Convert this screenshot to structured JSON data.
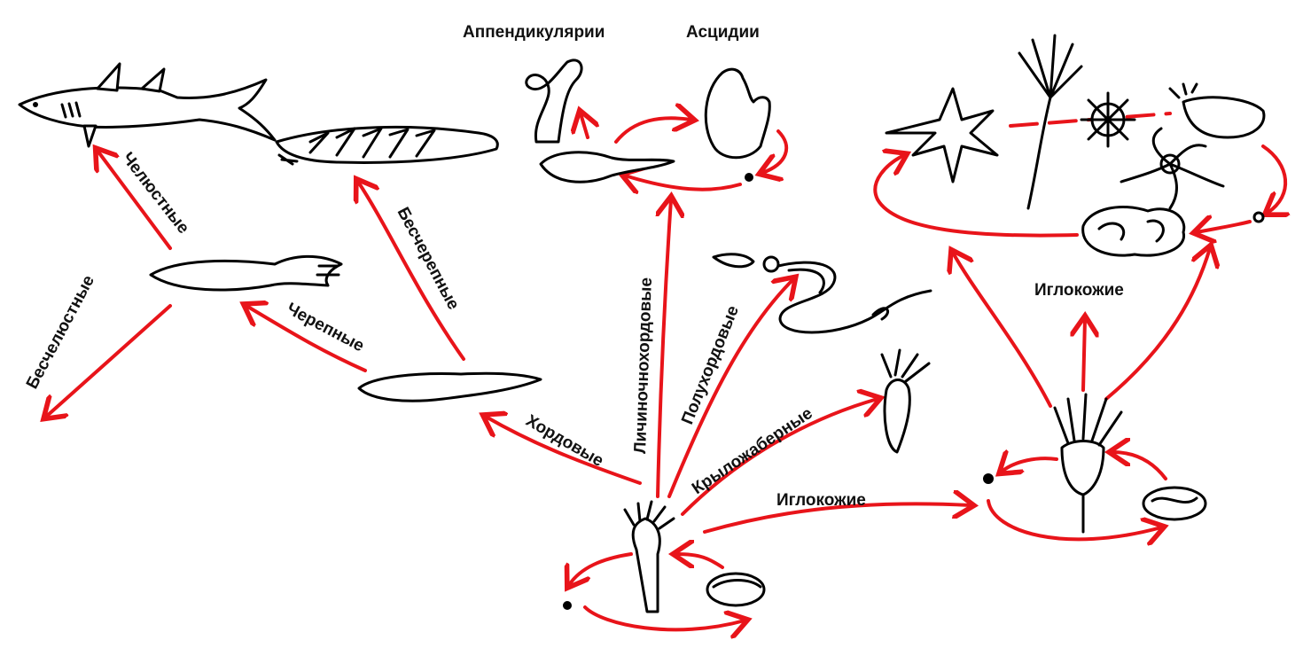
{
  "colors": {
    "arrow": "#e8141a",
    "ink": "#000000",
    "background": "#ffffff"
  },
  "labels": {
    "appendicularia": "Аппендикулярии",
    "ascidia": "Асцидии",
    "jawed": "Челюстные",
    "jawless": "Бесчелюстные",
    "cranial": "Черепные",
    "acrania": "Бесчерепные",
    "chordata": "Хордовые",
    "urochordata": "Личиночнохордовые",
    "hemichordata": "Полухордовые",
    "pterobranchia": "Крыложаберные",
    "echinodermata_main": "Иглокожие",
    "echinodermata_right": "Иглокожие"
  },
  "organisms": {
    "shark": "shark-drawing",
    "lancelet": "lancelet-drawing",
    "appendicularian": "appendicularian-drawing",
    "ascidian": "ascidian-drawing",
    "jawless_fish": "jawless-fish-drawing",
    "tadpole_larva": "tadpole-larva-drawing",
    "enteropneust": "acorn-worm-drawing",
    "pterobranch": "pterobranch-drawing",
    "ancestor_polyp": "ancestral-polyp-drawing",
    "starfish": "starfish-drawing",
    "sea_lily": "sea-lily-drawing",
    "sea_urchin": "sea-urchin-drawing",
    "sea_cucumber": "sea-cucumber-drawing",
    "brittle_star": "brittle-star-drawing",
    "echinoderm_larva": "echinoderm-larva-drawing",
    "stalked_echinoderm": "stalked-echinoderm-drawing"
  }
}
